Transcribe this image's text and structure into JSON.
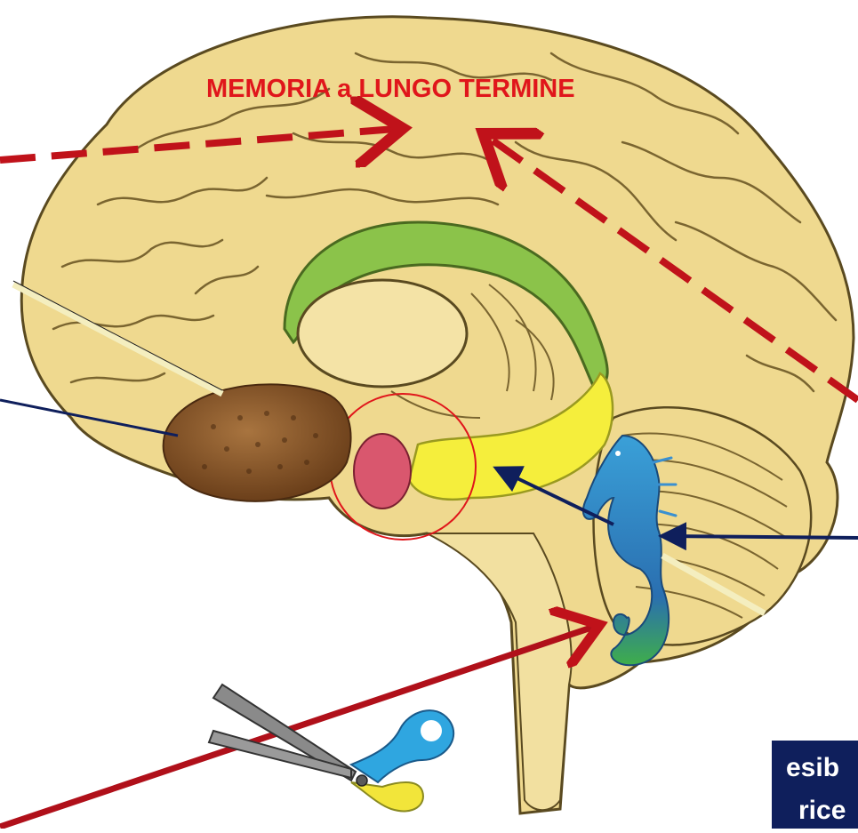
{
  "diagram": {
    "label_long_term_memory": "MEMORIA a LUNGO TERMINE",
    "caption_line_1": "esib",
    "caption_line_2": "rice",
    "colors": {
      "brain_fill": "#efd98f",
      "brain_outline": "#5a4a20",
      "cingulate": "#8bc34a",
      "fornix_yellow": "#f5ee3c",
      "amygdala_pink": "#d9576e",
      "almond": "#8b5a2b",
      "seahorse": "#2f7fbf",
      "dashed_arrow": "#c0121a",
      "solid_arrow_red": "#b0101a",
      "navy_arrow": "#0f1f5c",
      "caption_bg": "#0f1f5c"
    },
    "icons": [
      "almond-icon",
      "seahorse-icon",
      "scissors-icon"
    ]
  }
}
